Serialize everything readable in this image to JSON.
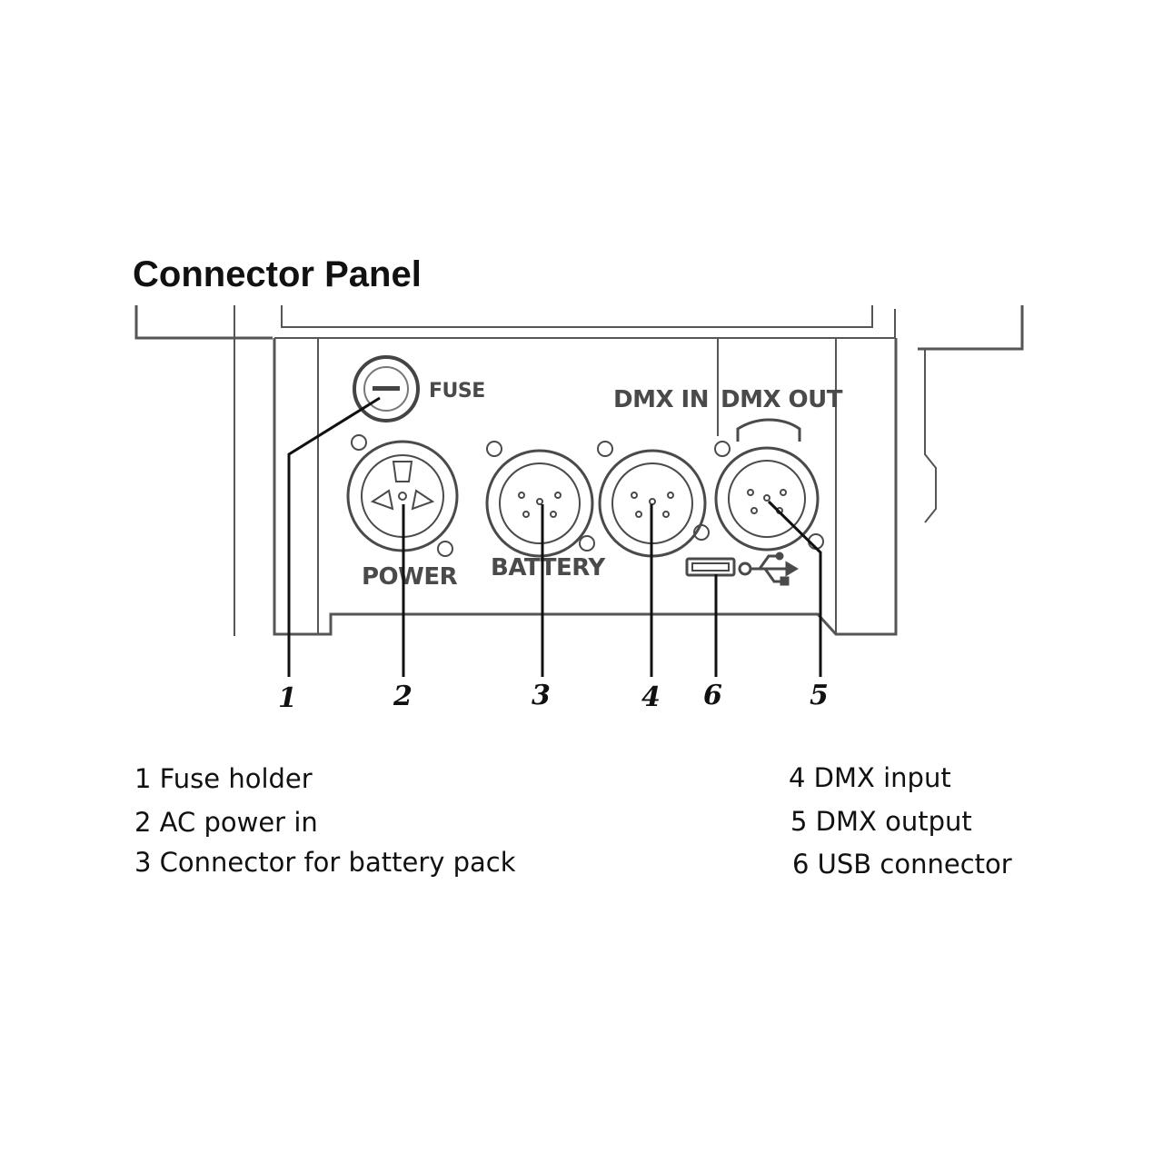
{
  "title": "Connector Panel",
  "panel_labels": {
    "fuse": "FUSE",
    "power": "POWER",
    "battery": "BATTERY",
    "dmx_in": "DMX IN",
    "dmx_out": "DMX OUT"
  },
  "callouts": [
    "1",
    "2",
    "3",
    "4",
    "6",
    "5"
  ],
  "legend": [
    {
      "num": "1",
      "text": "Fuse holder"
    },
    {
      "num": "2",
      "text": "AC power in"
    },
    {
      "num": "3",
      "text": "Connector for battery pack"
    },
    {
      "num": "4",
      "text": "DMX input"
    },
    {
      "num": "5",
      "text": "DMX output"
    },
    {
      "num": "6",
      "text": "USB connector"
    }
  ],
  "icons": [
    "usb-port-icon",
    "usb-symbol-icon"
  ],
  "colors": {
    "line_art": "#4a4a4a",
    "callout": "#111111"
  }
}
